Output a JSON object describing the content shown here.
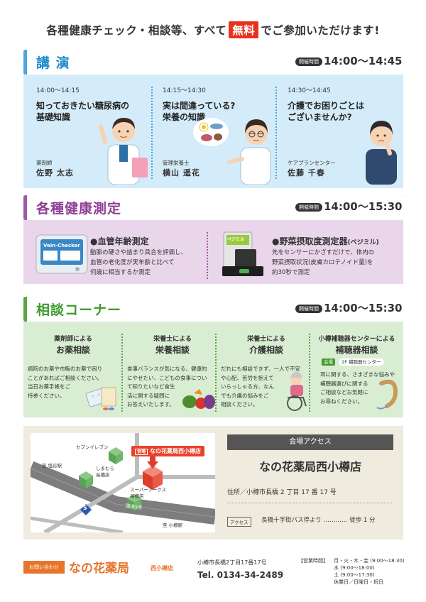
{
  "headline": {
    "before": "各種健康チェック・相談等、すべて",
    "free": "無料",
    "after": "でご参加いただけます!"
  },
  "lecture": {
    "title": "講 演",
    "badge": "開催時間",
    "time": "14:00～14:45",
    "items": [
      {
        "time": "14:00～14:15",
        "title_1": "知っておきたい糖尿病の",
        "title_2": "基礎知識",
        "role": "薬剤師",
        "person": "佐野 太志"
      },
      {
        "time": "14:15～14:30",
        "title_1": "実は間違っている?",
        "title_2": "栄養の知識",
        "role": "管理栄養士",
        "person": "横山 遥花"
      },
      {
        "time": "14:30～14:45",
        "title_1": "介護でお困りごとは",
        "title_2": "ございませんか?",
        "role": "ケアプランセンター",
        "person": "佐藤 千春"
      }
    ]
  },
  "measure": {
    "title": "各種健康測定",
    "badge": "開催時間",
    "time": "14:00～15:30",
    "device_label": "Vein-Checker",
    "device2_label": "ベジミル",
    "items": [
      {
        "name": "●血管年齢測定",
        "name_small": "",
        "desc_1": "動脈の硬さや詰まり具合を評価し、",
        "desc_2": "血管の老化度が実年齢と比べて",
        "desc_3": "何歳に相当するか測定"
      },
      {
        "name": "●野菜摂取度測定器",
        "name_small": "(ベジミル)",
        "desc_1": "先をセンサーにかざすだけで、体内の",
        "desc_2": "野菜摂取状況(皮膚カロテノイド量)を",
        "desc_3": "約30秒で測定"
      }
    ]
  },
  "consult": {
    "title": "相談コーナー",
    "badge": "開催時間",
    "time": "14:00～15:30",
    "venue_tag": "会場",
    "venue_floor": "2F 補聴器センター",
    "items": [
      {
        "sub": "薬剤師による",
        "main": "お薬相談",
        "lines": [
          "病院のお薬や市販のお薬で困り",
          "ことがあればご相談ください。",
          "当日お薬手帳をご",
          "持参ください。"
        ]
      },
      {
        "sub": "栄養士による",
        "main": "栄養相談",
        "lines": [
          "食事バランスが気になる、健康的",
          "にやせたい、こどもの食事につい",
          "て知りたいなど食生",
          "活に関する疑問に",
          "お答えいたします。"
        ]
      },
      {
        "sub": "栄養士による",
        "main": "介護相談",
        "lines": [
          "だれにも相談できず、一人で不安",
          "や心配、苦労を抱えて",
          "いらっしゃる方、なん",
          "でも介護の悩みをご",
          "相談ください。"
        ]
      },
      {
        "sub": "小樽補聴器センターによる",
        "main": "補聴器相談",
        "lines": [
          "耳に関する、さまざまな悩みや",
          "補聴器選びに関する",
          "ご相談などお気軽に",
          "お尋ねください。"
        ]
      }
    ]
  },
  "map": {
    "venue_tag": "会場",
    "venue_name": "なの花薬局西小樽店",
    "seven": "セブンイレブン",
    "shiomi": "至 塩谷駅",
    "shimamura_1": "しまむら",
    "shimamura_2": "長橋店",
    "superarcs_1": "スーパーアークス",
    "superarcs_2": "長橋店",
    "route_no": "5",
    "road_name": "国道5号",
    "otaru": "至 小樽駅"
  },
  "access": {
    "heading": "会場アクセス",
    "name": "なの花薬局西小樽店",
    "address": "住所／小樽市長橋 2 丁目 17 番 17 号",
    "tag": "アクセス",
    "bus": "長橋十字街バス停より ………… 徒歩 1 分"
  },
  "footer": {
    "contact": "お問い合わせ",
    "brand": "なの花薬局",
    "branch": "西小樽店",
    "address": "小樽市長橋2丁目17番17号",
    "tel": "Tel. 0134-34-2489",
    "hours_label": "【営業時間】",
    "hours": [
      "月・火・木・金 (9:00～18:30)",
      "水 (9:00～18:00)",
      "土 (9:00～17:30)",
      "休業日／日曜日・祝日"
    ]
  },
  "colors": {
    "lecture": "#1c8ccd",
    "measure": "#8e3f93",
    "consult": "#3f9a2e",
    "brand": "#e8742a",
    "free": "#e8321e"
  }
}
